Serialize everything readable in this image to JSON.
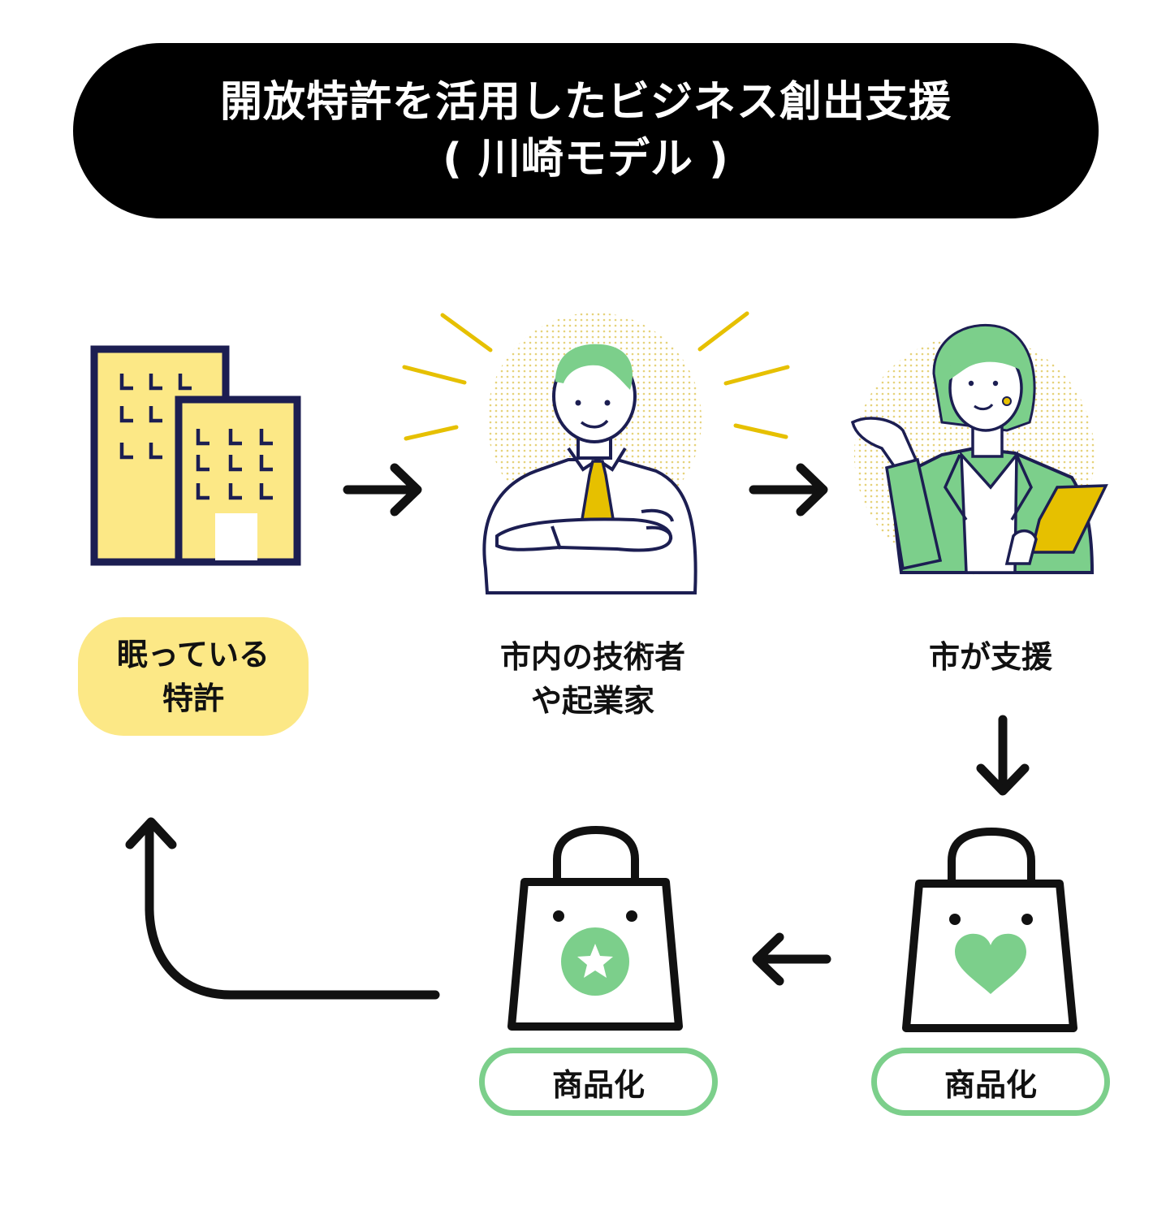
{
  "title": {
    "line1": "開放特許を活用したビジネス創出支援",
    "line2": "( 川崎モデル )"
  },
  "steps": {
    "patent": {
      "line1": "眠っている",
      "line2": "特許",
      "icon": "building-icon"
    },
    "engineer": {
      "line1": "市内の技術者",
      "line2": "や起業家",
      "icon": "businessman-icon"
    },
    "support": {
      "line1": "市が支援",
      "icon": "businesswoman-icon"
    },
    "product_right": {
      "label": "商品化",
      "icon": "heart-bag-icon"
    },
    "product_left": {
      "label": "商品化",
      "icon": "star-bag-icon"
    }
  },
  "colors": {
    "accent_green": "#7ccf8b",
    "accent_yellow": "#fce886",
    "tie_yellow": "#e6c000",
    "outline_navy": "#1c1e52"
  }
}
